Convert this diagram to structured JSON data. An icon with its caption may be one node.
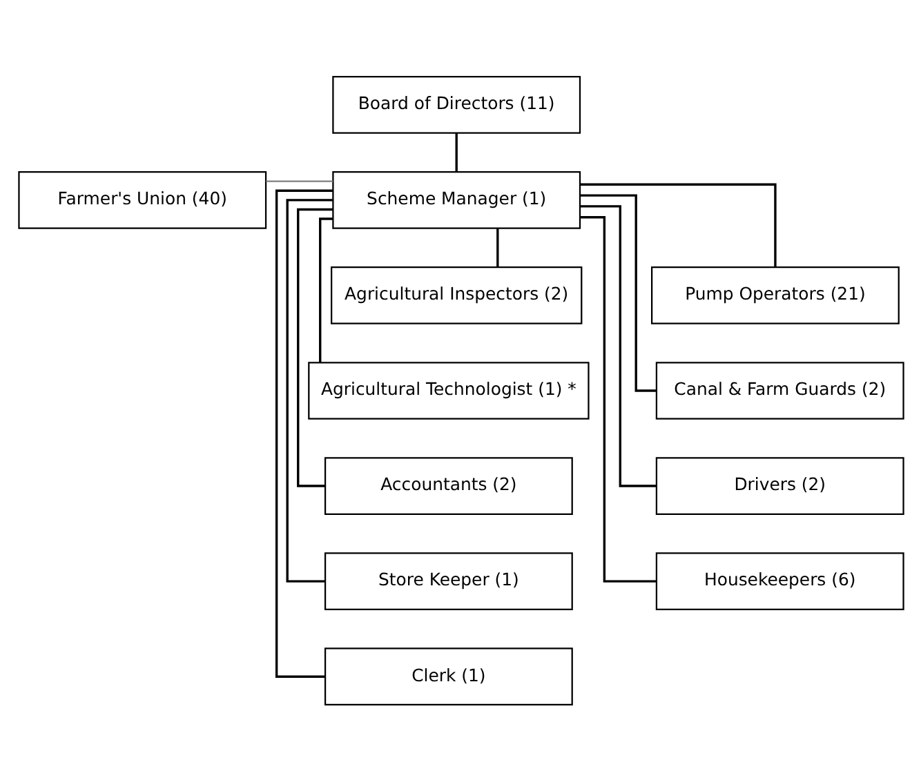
{
  "diagram": {
    "nodes": [
      {
        "text": [
          "Board of Directors (11)"
        ]
      },
      {
        "text": [
          "Farmer's Union (40)"
        ]
      },
      {
        "text": [
          "Scheme Manager (1)"
        ]
      },
      {
        "text": [
          "Agricultural Inspectors (2)"
        ]
      },
      {
        "text": [
          "Pump Operators (21)"
        ]
      },
      {
        "text": [
          "Agricultural Technologist (1) *"
        ]
      },
      {
        "text": [
          "Canal & Farm Guards (2)"
        ]
      },
      {
        "text": [
          "Accountants (2)"
        ]
      },
      {
        "text": [
          "Drivers (2)"
        ]
      },
      {
        "text": [
          "Store Keeper (1)"
        ]
      },
      {
        "text": [
          "Housekeepers (6)"
        ]
      },
      {
        "text": [
          "Clerk (1)"
        ]
      }
    ],
    "edges": [
      {
        "from": 0,
        "to": 2,
        "arrow": "none"
      },
      {
        "from": 1,
        "to": 2,
        "arrow": "none",
        "color": "#808080"
      },
      {
        "from": 2,
        "to": 3,
        "arrow": "none"
      },
      {
        "from": 2,
        "to": 4,
        "arrow": "none"
      },
      {
        "from": 2,
        "to": 5,
        "arrow": "none"
      },
      {
        "from": 2,
        "to": 6,
        "arrow": "none"
      },
      {
        "from": 2,
        "to": 7,
        "arrow": "none"
      },
      {
        "from": 2,
        "to": 8,
        "arrow": "none"
      },
      {
        "from": 2,
        "to": 9,
        "arrow": "none"
      },
      {
        "from": 2,
        "to": 10,
        "arrow": "none"
      },
      {
        "from": 2,
        "to": 11,
        "arrow": "none"
      }
    ]
  }
}
